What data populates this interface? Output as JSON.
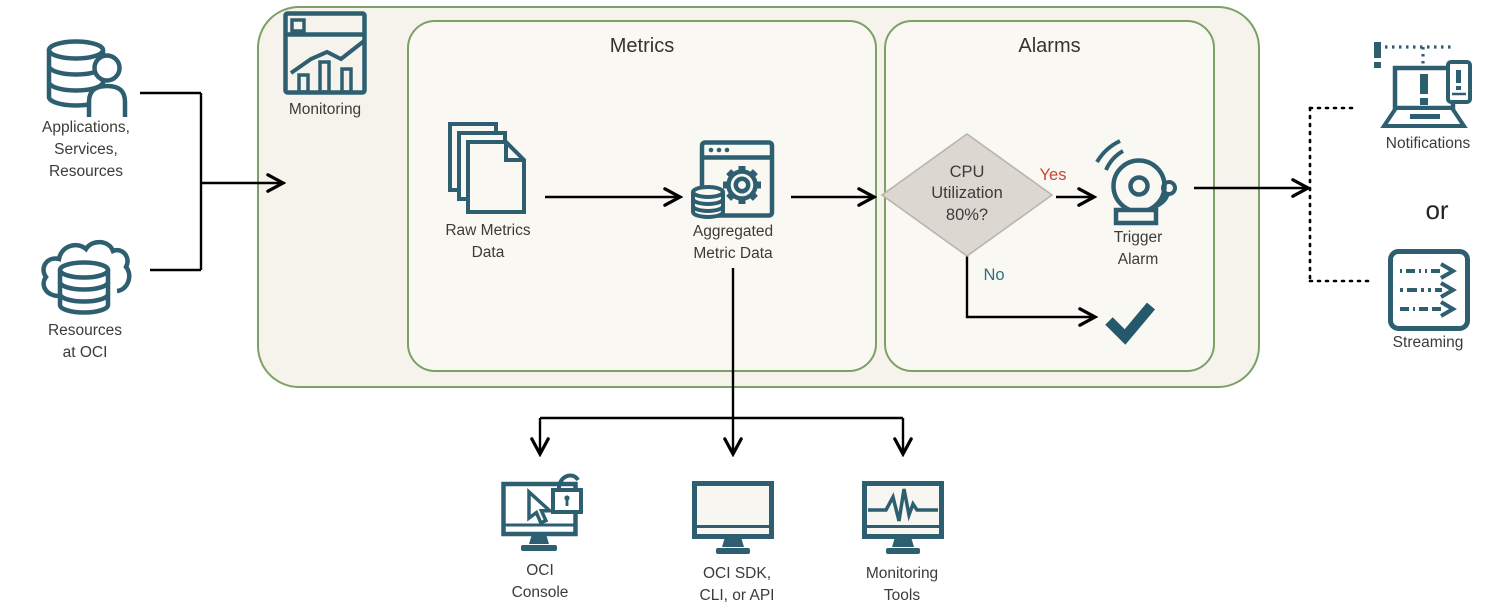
{
  "diagram": {
    "sources": {
      "applications": "Applications,\nServices,\nResources",
      "oci_resources": "Resources\nat OCI"
    },
    "monitoring": {
      "label": "Monitoring"
    },
    "metrics": {
      "title": "Metrics",
      "raw": "Raw Metrics\nData",
      "aggregated": "Aggregated\nMetric Data"
    },
    "alarms": {
      "title": "Alarms",
      "decision": "CPU\nUtilization\n80%?",
      "yes": "Yes",
      "no": "No",
      "trigger": "Trigger\nAlarm"
    },
    "outputs": {
      "notifications": "Notifications",
      "or": "or",
      "streaming": "Streaming"
    },
    "consumers": {
      "console": "OCI\nConsole",
      "sdk": "OCI SDK,\nCLI, or API",
      "tools": "Monitoring\nTools"
    },
    "colors": {
      "icon_teal": "#2e5f71",
      "border_green": "#7ba166",
      "outer_fill": "#f6f3ec",
      "inner_fill": "#faf8f2",
      "yes_red": "#c74634",
      "no_teal": "#2d7080",
      "diamond_fill": "#dcd8d1",
      "diamond_stroke": "#b9b5ae",
      "arrow_black": "#000000",
      "text": "#3d3b38"
    }
  }
}
